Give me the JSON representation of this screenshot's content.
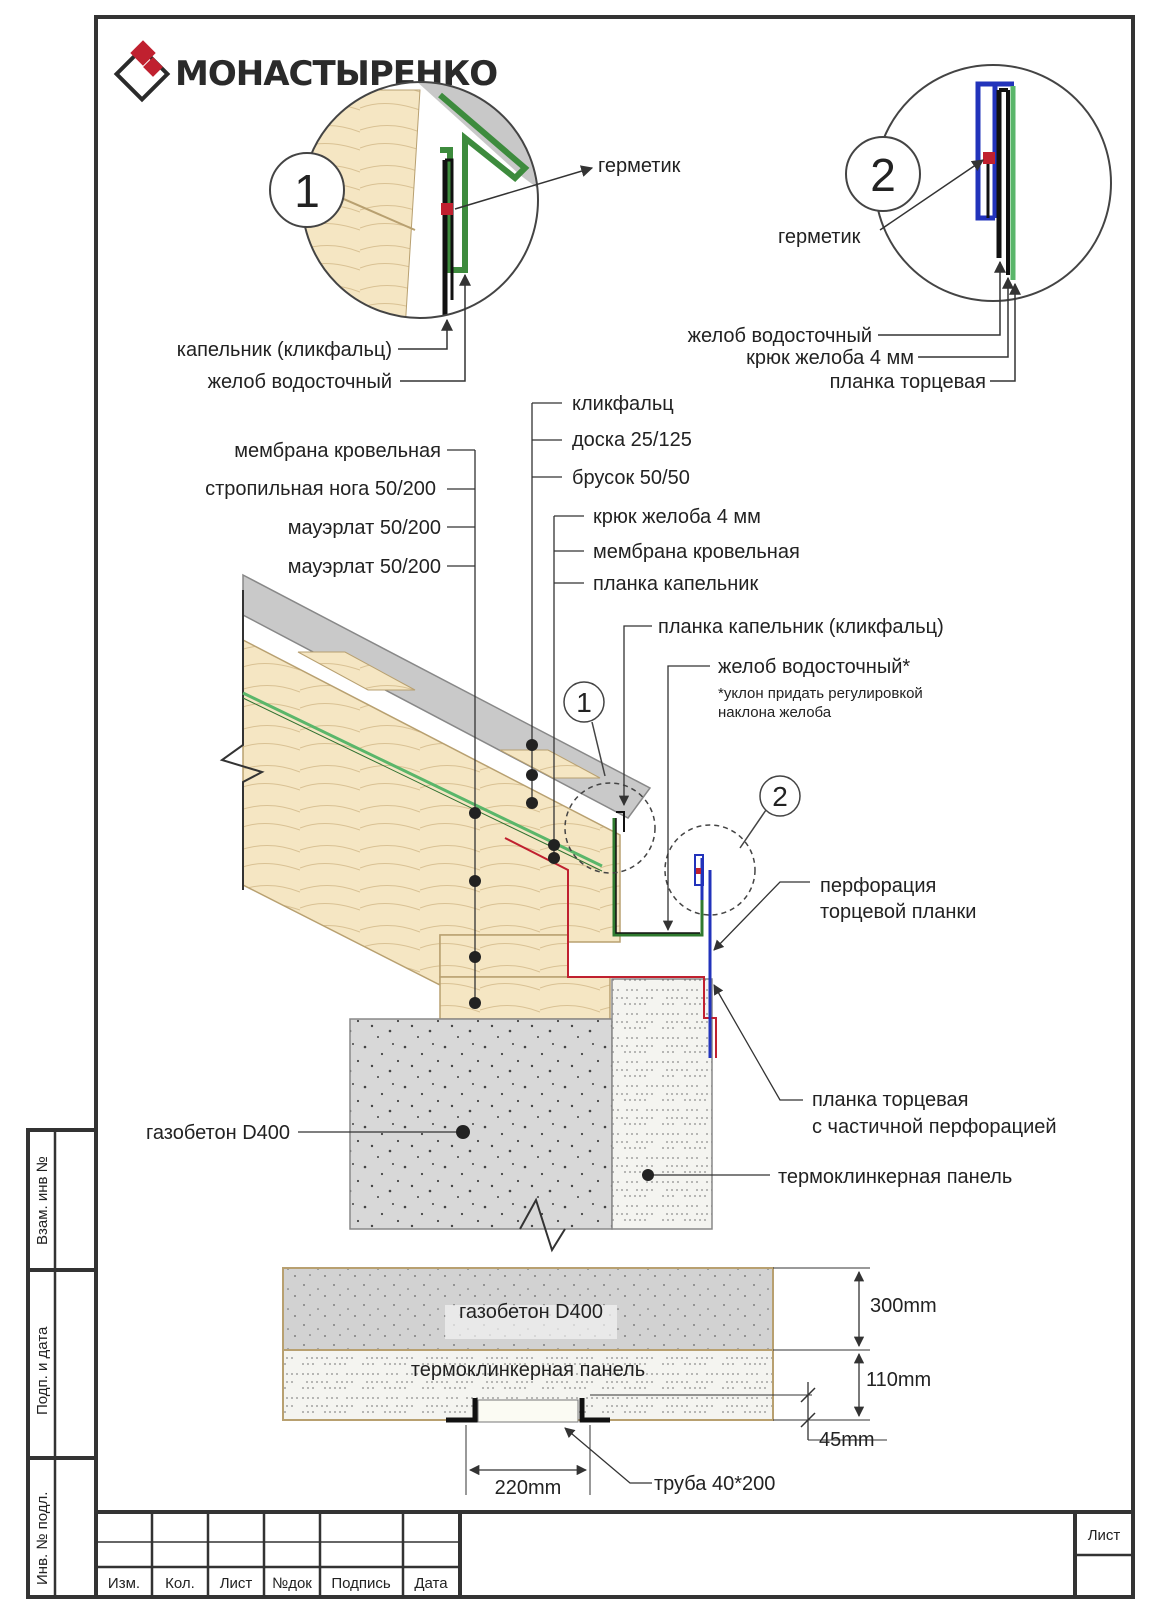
{
  "brand": {
    "name": "МОНАСТЫРЕНКО"
  },
  "detail1": {
    "number": "1",
    "sealant": "герметик",
    "drip": "капельник (кликфальц)",
    "gutter": "желоб водосточный"
  },
  "detail2": {
    "number": "2",
    "sealant": "герметик",
    "gutter": "желоб водосточный",
    "hook": "крюк желоба 4 мм",
    "end_strip": "планка торцевая"
  },
  "main": {
    "left_labels": [
      "мембрана кровельная",
      "стропильная нога 50/200",
      "мауэрлат 50/200",
      "мауэрлат 50/200"
    ],
    "top_labels": [
      "кликфальц",
      "доска 25/125",
      "брусок 50/50"
    ],
    "mid_labels": [
      "крюк желоба 4 мм",
      "мембрана кровельная",
      "планка капельник"
    ],
    "drip_clickfold": "планка капельник (кликфальц)",
    "gutter": "желоб водосточный*",
    "gutter_note_1": "*уклон придать регулировкой",
    "gutter_note_2": "наклона желоба",
    "callout1": "1",
    "callout2": "2",
    "perforation_1": "перфорация",
    "perforation_2": "торцевой планки",
    "end_strip_1": "планка торцевая",
    "end_strip_2": "с частичной перфорацией",
    "aerated": "газобетон D400",
    "panel": "термоклинкерная панель"
  },
  "section": {
    "aerated": "газобетон D400",
    "panel": "термоклинкерная панель",
    "dim_300": "300mm",
    "dim_110": "110mm",
    "dim_45": "45mm",
    "dim_220": "220mm",
    "pipe": "труба 40*200"
  },
  "stamp": {
    "side": [
      "Взам. инв №",
      "Подп. и дата",
      "Инв. № подл."
    ],
    "columns": [
      "Изм.",
      "Кол.",
      "Лист",
      "№док",
      "Подпись",
      "Дата"
    ],
    "sheet": "Лист"
  },
  "colors": {
    "frame": "#333333",
    "wood": "#f5e6c3",
    "wood_line": "#b8a070",
    "membrane": "#5ab66a",
    "gutter": "#2f7a2f",
    "end_strip": "#2233bb",
    "sealant": "#c0202f",
    "concrete": "#dcdcdc",
    "logo_red": "#c0202f"
  }
}
